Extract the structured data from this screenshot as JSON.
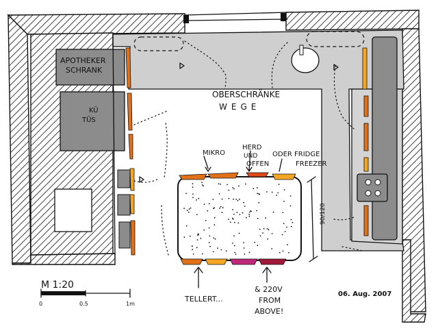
{
  "labels": {
    "cabinet": [
      "APOTHEKER",
      "SCHRANK"
    ],
    "door": [
      "KÜ",
      "TÜS"
    ],
    "paths": [
      "OBERSCHRÄNKE",
      "WEGE"
    ],
    "mikro": "MIKRO",
    "herd": [
      "HERD",
      "UND",
      "OFFEN"
    ],
    "fridge": [
      "ODER FRIDGE",
      "FREEZER"
    ],
    "dimension": "90/120",
    "teller": "TELLERT...",
    "power": [
      "& 220V",
      "FROM",
      "ABOVE!"
    ],
    "date": "06. Aug. 2007"
  },
  "scale": {
    "title": "M  1:20",
    "ticks": [
      "0",
      "0.5",
      "1m"
    ]
  },
  "colors": {
    "wall_hatch": "#111111",
    "counter": "#cfcfcf",
    "cabinet_fill": "#8c8c8c",
    "orange": "#e0701a",
    "red_orange": "#e04a1a",
    "yellow_orange": "#f5a623",
    "magenta": "#c0287a",
    "crimson": "#a0183a"
  }
}
